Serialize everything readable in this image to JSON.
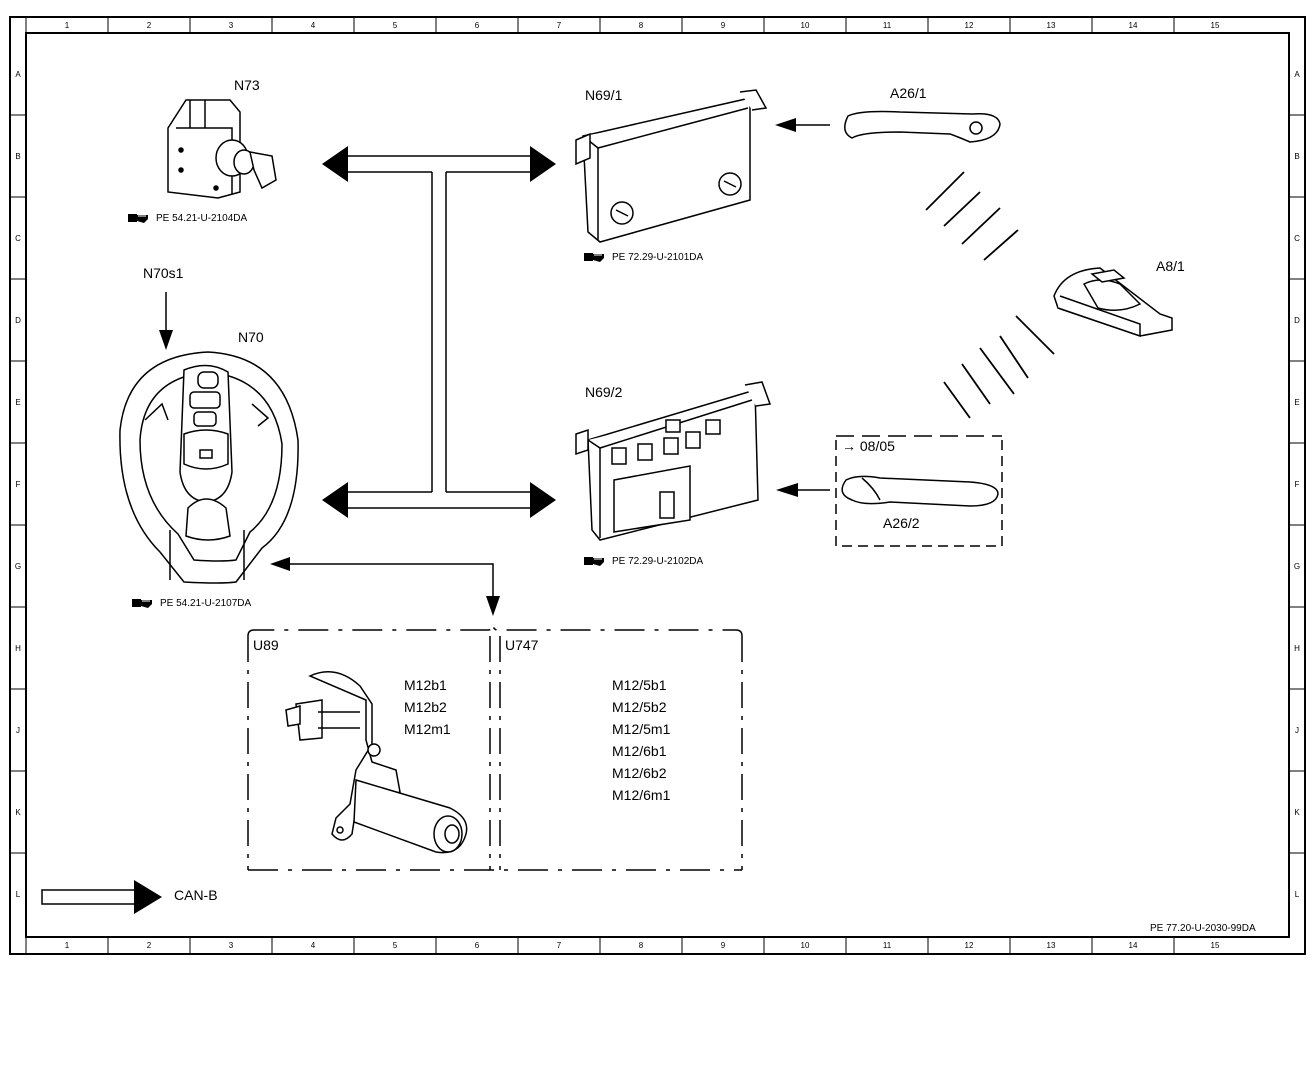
{
  "grid": {
    "columns": [
      "1",
      "2",
      "3",
      "4",
      "5",
      "6",
      "7",
      "8",
      "9",
      "10",
      "11",
      "12",
      "13",
      "14",
      "15"
    ],
    "rows": [
      "A",
      "B",
      "C",
      "D",
      "E",
      "F",
      "G",
      "H",
      "J",
      "K",
      "L"
    ]
  },
  "components": {
    "n73": {
      "code": "N73",
      "ref": "PE 54.21-U-2104DA"
    },
    "n69_1": {
      "code": "N69/1",
      "ref": "PE 72.29-U-2101DA"
    },
    "n69_2": {
      "code": "N69/2",
      "ref": "PE 72.29-U-2102DA"
    },
    "n70": {
      "code": "N70",
      "ref": "PE 54.21-U-2107DA"
    },
    "n70s1": {
      "code": "N70s1"
    },
    "a26_1": {
      "code": "A26/1"
    },
    "a26_2": {
      "code": "A26/2",
      "note": "→ 08/05"
    },
    "a8_1": {
      "code": "A8/1"
    }
  },
  "groups": {
    "u89": {
      "title": "U89",
      "items": [
        "M12b1",
        "M12b2",
        "M12m1"
      ]
    },
    "u747": {
      "title": "U747",
      "items": [
        "M12/5b1",
        "M12/5b2",
        "M12/5m1",
        "M12/6b1",
        "M12/6b2",
        "M12/6m1"
      ]
    }
  },
  "legend": {
    "label": "CAN-B"
  },
  "footer": {
    "docref": "PE 77.20-U-2030-99DA"
  },
  "icons": [
    "book-ref-icon"
  ],
  "colors": {
    "ink": "#000000",
    "paper": "#ffffff"
  }
}
